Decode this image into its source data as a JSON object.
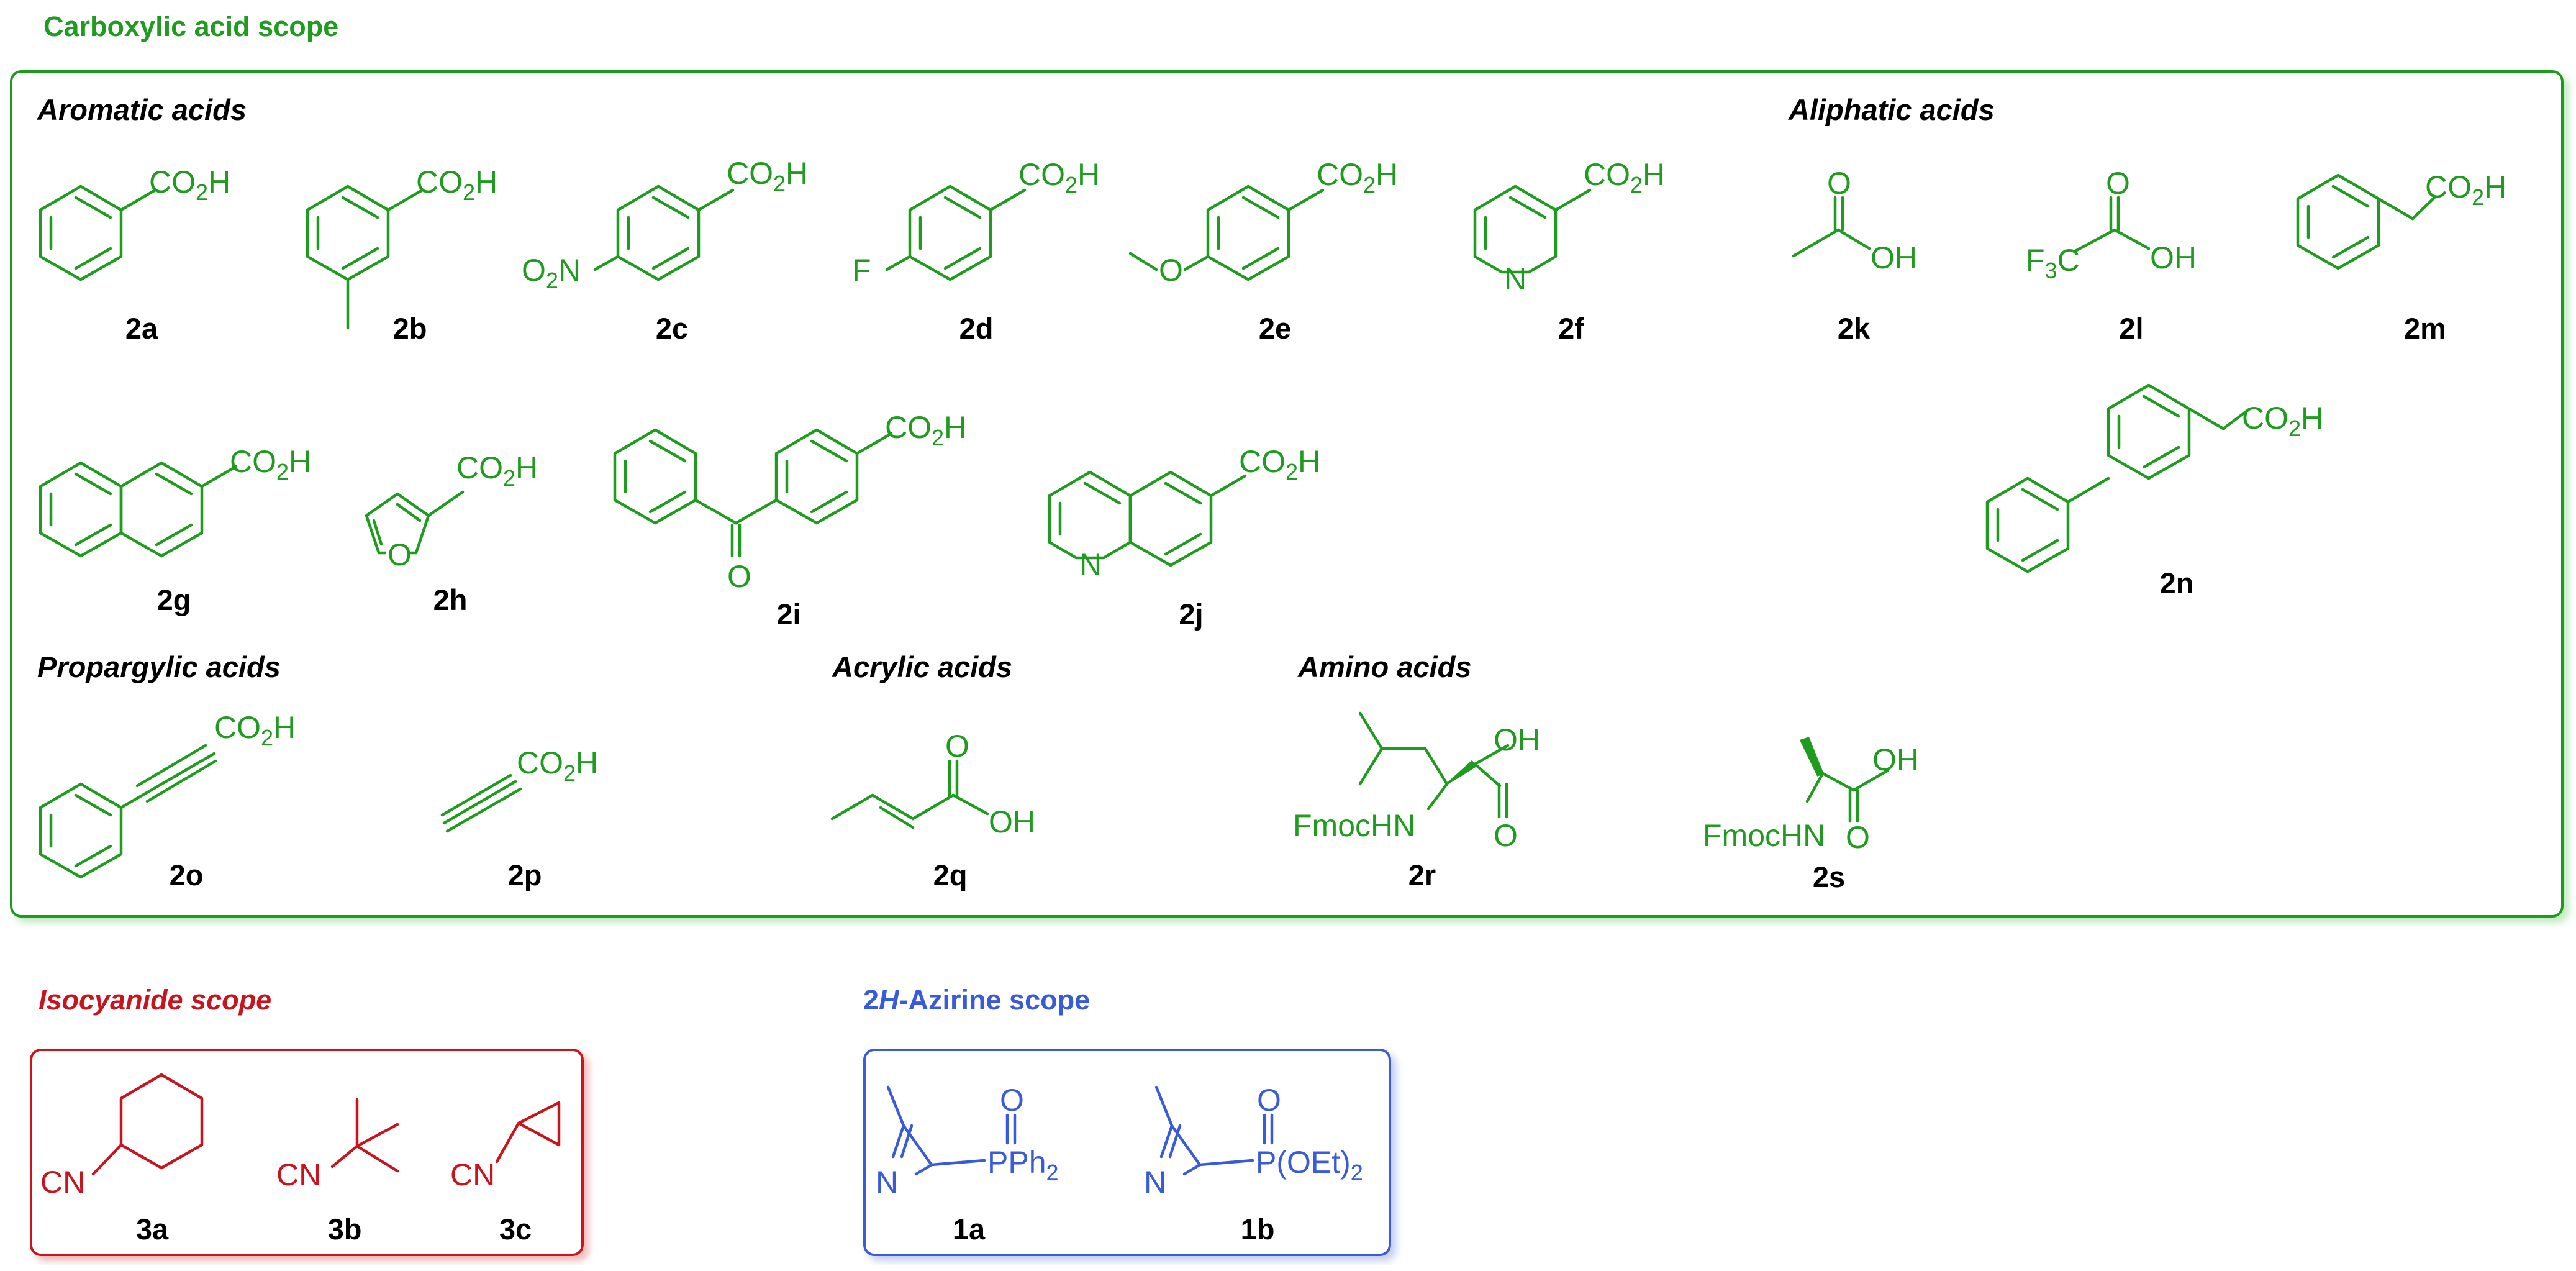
{
  "colors": {
    "carboxylic": "#1f9c1f",
    "isocyanide": "#c8141e",
    "azirine": "#3a5bd9"
  },
  "carboxylic_scope": {
    "title": "Carboxylic acid scope",
    "sections": {
      "aromatic": "Aromatic acids",
      "aliphatic": "Aliphatic acids",
      "propargylic": "Propargylic acids",
      "acrylic": "Acrylic acids",
      "amino": "Amino acids"
    },
    "compounds": [
      {
        "id": "2a"
      },
      {
        "id": "2b"
      },
      {
        "id": "2c"
      },
      {
        "id": "2d"
      },
      {
        "id": "2e"
      },
      {
        "id": "2f"
      },
      {
        "id": "2g"
      },
      {
        "id": "2h"
      },
      {
        "id": "2i"
      },
      {
        "id": "2j"
      },
      {
        "id": "2k"
      },
      {
        "id": "2l"
      },
      {
        "id": "2m"
      },
      {
        "id": "2n"
      },
      {
        "id": "2o"
      },
      {
        "id": "2p"
      },
      {
        "id": "2q"
      },
      {
        "id": "2r"
      },
      {
        "id": "2s"
      }
    ]
  },
  "isocyanide_scope": {
    "title": "Isocyanide scope",
    "compounds": [
      {
        "id": "3a"
      },
      {
        "id": "3b"
      },
      {
        "id": "3c"
      }
    ]
  },
  "azirine_scope": {
    "title_prefix": "2",
    "title_italic": "H",
    "title_suffix": "-Azirine scope",
    "compounds": [
      {
        "id": "1a"
      },
      {
        "id": "1b"
      }
    ]
  },
  "atom_labels": {
    "co2h_c": "CO",
    "co2h_sub": "2",
    "co2h_h": "H",
    "o2n_o": "O",
    "o2n_sub": "2",
    "o2n_n": "N",
    "f": "F",
    "o": "O",
    "n": "N",
    "oh": "OH",
    "f3c_f": "F",
    "f3c_sub": "3",
    "f3c_c": "C",
    "fmochn": "FmocHN",
    "cn": "CN",
    "pph2_p": "PPh",
    "pph2_sub": "2",
    "poet_p": "P(OEt)",
    "poet_sub": "2"
  }
}
